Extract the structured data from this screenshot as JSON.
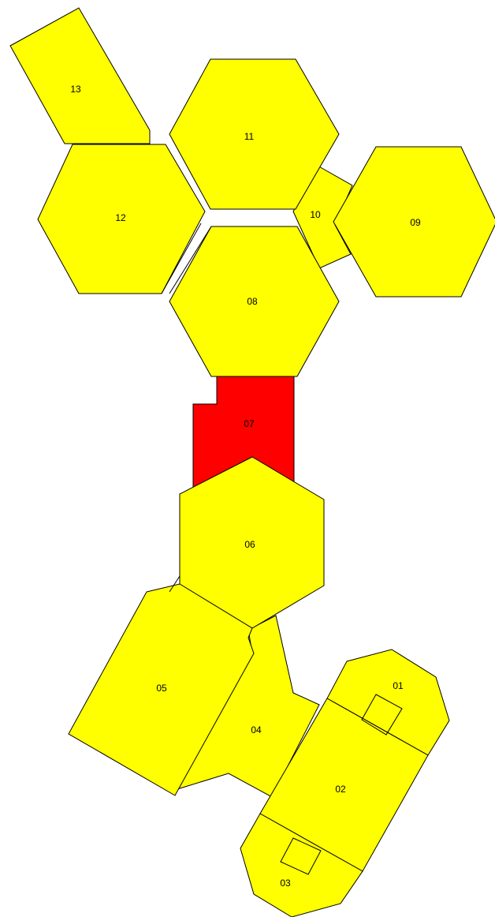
{
  "colors": {
    "default_fill": "#ffff00",
    "highlight_fill": "#ff0000",
    "stroke": "#000000",
    "background": "#ffffff"
  },
  "cells": [
    {
      "id": "01",
      "label": "01",
      "highlighted": false
    },
    {
      "id": "02",
      "label": "02",
      "highlighted": false
    },
    {
      "id": "03",
      "label": "03",
      "highlighted": false
    },
    {
      "id": "04",
      "label": "04",
      "highlighted": false
    },
    {
      "id": "05",
      "label": "05",
      "highlighted": false
    },
    {
      "id": "06",
      "label": "06",
      "highlighted": false
    },
    {
      "id": "07",
      "label": "07",
      "highlighted": true
    },
    {
      "id": "08",
      "label": "08",
      "highlighted": false
    },
    {
      "id": "09",
      "label": "09",
      "highlighted": false
    },
    {
      "id": "10",
      "label": "10",
      "highlighted": false
    },
    {
      "id": "11",
      "label": "11",
      "highlighted": false
    },
    {
      "id": "12",
      "label": "12",
      "highlighted": false
    },
    {
      "id": "13",
      "label": "13",
      "highlighted": false
    }
  ]
}
